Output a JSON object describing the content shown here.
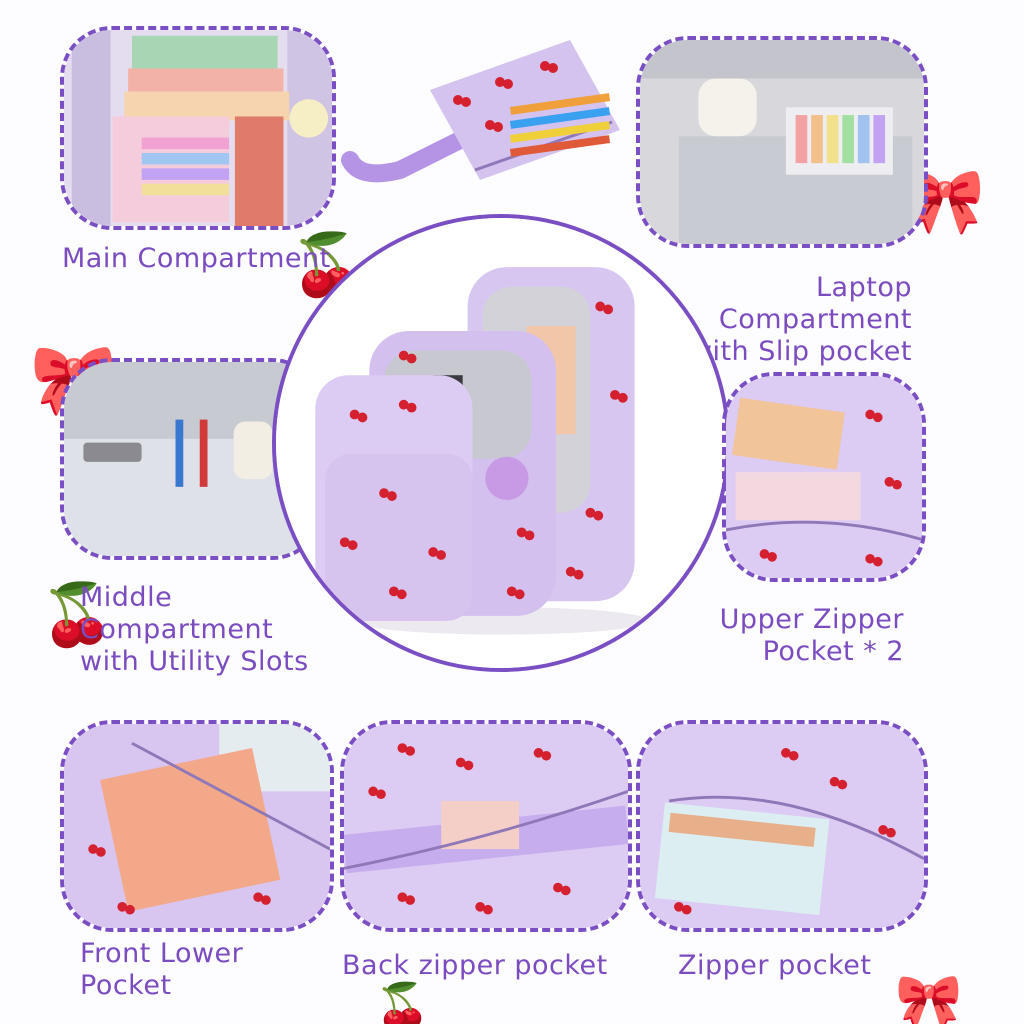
{
  "labels": {
    "main": "Main Compartment",
    "laptop": [
      "Laptop",
      "Compartment",
      "with Slip pocket"
    ],
    "middle": [
      "Middle",
      "Compartment",
      "with Utility Slots"
    ],
    "upper": [
      "Upper Zipper",
      "Pocket * 2"
    ],
    "front_lower": [
      "Front Lower",
      "Pocket"
    ],
    "back_zipper": "Back zipper pocket",
    "zipper": "Zipper pocket"
  },
  "colors": {
    "accent": "#7b4fc4",
    "label": "#7a4cc0",
    "fabric": "#d9c8f0",
    "cherry": "#d4202f"
  },
  "icons": [
    "cherry-icon",
    "bow-icon"
  ]
}
